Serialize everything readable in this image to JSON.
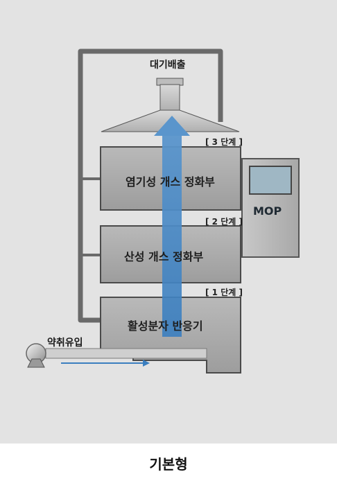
{
  "diagram": {
    "exhaust_label": "대기배출",
    "stage3_tag": "[ 3 단계 ]",
    "stage3_name": "염기성 개스 정화부",
    "stage2_tag": "[ 2 단계 ]",
    "stage2_name": "산성 개스 정화부",
    "stage1_tag": "[ 1 단계 ]",
    "stage1_name": "활성분자 반응기",
    "mop_label": "MOP",
    "inlet_label": "약취유입"
  },
  "caption": "기본형",
  "colors": {
    "background": "#e3e3e3",
    "tank_fill": "#a9a9a9",
    "tank_stroke": "#4a4a4a",
    "pipe": "#6a6a6a",
    "airflow_arrow": "#3a7ebf",
    "inlet_arrow": "#3a7ebf"
  }
}
